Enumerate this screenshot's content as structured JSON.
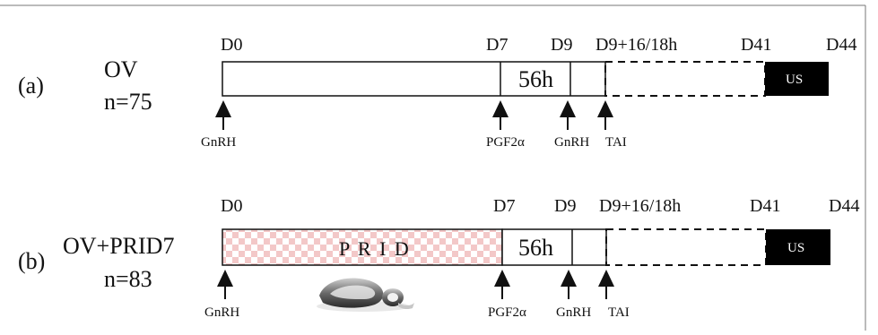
{
  "colors": {
    "line": "#111111",
    "us_fill": "#000000",
    "prid_check_a": "#f3c8c8",
    "prid_check_b": "#ffffff"
  },
  "protocols": [
    {
      "letter": "(a)",
      "name": "OV",
      "n": "n=75",
      "days": [
        "D0",
        "D7",
        "D9",
        "D9+16/18h",
        "D41",
        "D44"
      ],
      "interval": "56h",
      "us": "US",
      "prid": "",
      "events": [
        "GnRH",
        "PGF2α",
        "GnRH",
        "TAI"
      ]
    },
    {
      "letter": "(b)",
      "name": "OV+PRID7",
      "n": "n=83",
      "days": [
        "D0",
        "D7",
        "D9",
        "D9+16/18h",
        "D41",
        "D44"
      ],
      "interval": "56h",
      "us": "US",
      "prid": "P R I D",
      "events": [
        "GnRH",
        "PGF2α",
        "GnRH",
        "TAI"
      ]
    }
  ]
}
